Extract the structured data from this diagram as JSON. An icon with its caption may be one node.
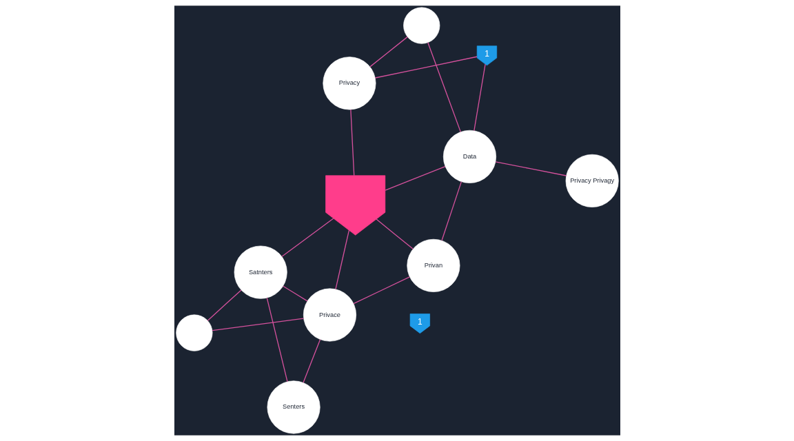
{
  "diagram": {
    "nodes": [
      {
        "text": [],
        "shape": "person"
      },
      {
        "text": [],
        "shape": "shield"
      },
      {
        "text": [],
        "shape": "person"
      },
      {
        "text": [
          "Satnters"
        ]
      },
      {
        "text": [
          "Privacy"
        ]
      },
      {
        "text": [
          "1"
        ]
      },
      {
        "text": [
          "Privace"
        ]
      },
      {
        "text": [
          "Data"
        ]
      },
      {
        "text": [
          "1"
        ]
      },
      {
        "text": [
          "Privacy Privagy"
        ]
      },
      {
        "text": [
          "Privan"
        ]
      },
      {
        "text": [
          "Senters"
        ]
      }
    ],
    "edges": [
      {
        "from": 2,
        "to": 3,
        "arrow": "none"
      },
      {
        "from": 2,
        "to": 6,
        "arrow": "none"
      },
      {
        "from": 3,
        "to": 1,
        "arrow": "none"
      },
      {
        "from": 3,
        "to": 6,
        "arrow": "none"
      },
      {
        "from": 3,
        "to": 11,
        "arrow": "none"
      },
      {
        "from": 6,
        "to": 1,
        "arrow": "none"
      },
      {
        "from": 11,
        "to": 6,
        "arrow": "none"
      },
      {
        "from": 6,
        "to": 10,
        "arrow": "none"
      },
      {
        "from": 1,
        "to": 10,
        "arrow": "none"
      },
      {
        "from": 1,
        "to": 7,
        "arrow": "none"
      },
      {
        "from": 1,
        "to": 4,
        "arrow": "none"
      },
      {
        "from": 7,
        "to": 0,
        "arrow": "none"
      },
      {
        "from": 7,
        "to": 5,
        "arrow": "none"
      },
      {
        "from": 5,
        "to": 4,
        "arrow": "none"
      },
      {
        "from": 0,
        "to": 4,
        "arrow": "none"
      },
      {
        "from": 7,
        "to": 9,
        "arrow": "none"
      },
      {
        "from": 7,
        "to": 10,
        "arrow": "none"
      }
    ]
  }
}
